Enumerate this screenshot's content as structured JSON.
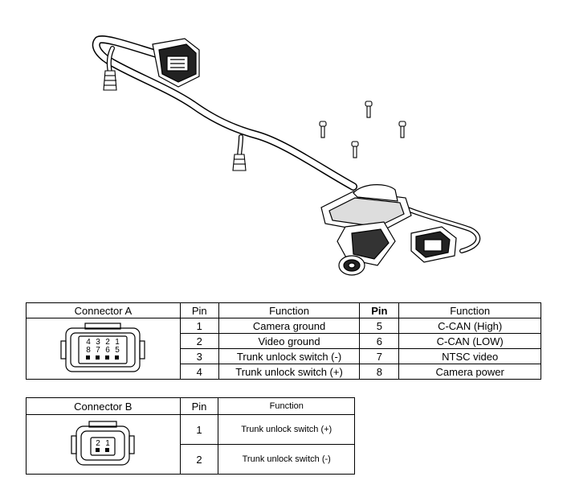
{
  "connector_a": {
    "header": {
      "name": "Connector A",
      "pin": "Pin",
      "function": "Function",
      "pin2": "Pin",
      "function2": "Function"
    },
    "pin_labels_top": [
      "4",
      "3",
      "2",
      "1"
    ],
    "pin_labels_bottom": [
      "8",
      "7",
      "6",
      "5"
    ],
    "rows": [
      {
        "pin": "1",
        "function": "Camera ground",
        "pin2": "5",
        "function2": "C-CAN (High)"
      },
      {
        "pin": "2",
        "function": "Video ground",
        "pin2": "6",
        "function2": "C-CAN (LOW)"
      },
      {
        "pin": "3",
        "function": "Trunk unlock switch (-)",
        "pin2": "7",
        "function2": "NTSC video"
      },
      {
        "pin": "4",
        "function": "Trunk unlock switch (+)",
        "pin2": "8",
        "function2": "Camera power"
      }
    ]
  },
  "connector_b": {
    "header": {
      "name": "Connector B",
      "pin": "Pin",
      "function": "Function"
    },
    "pin_labels": [
      "2",
      "1"
    ],
    "rows": [
      {
        "pin": "1",
        "function": "Trunk unlock switch (+)"
      },
      {
        "pin": "2",
        "function": "Trunk unlock switch (-)"
      }
    ]
  }
}
